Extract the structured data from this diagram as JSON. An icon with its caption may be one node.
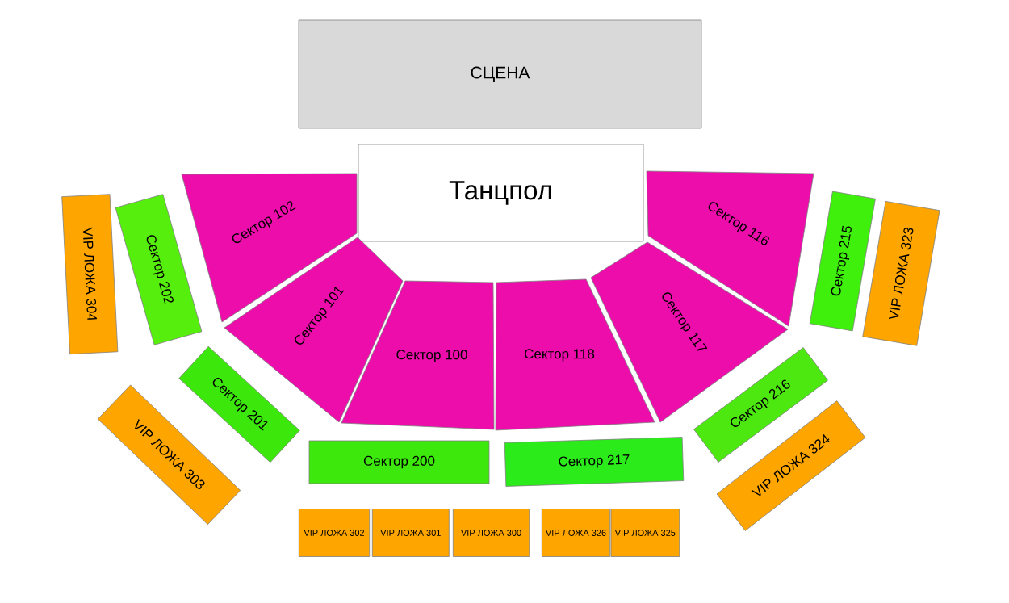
{
  "diagram": {
    "nodes": [
      {
        "text": [
          "СЦЕНА"
        ]
      },
      {
        "text": [
          "Танцпол"
        ]
      },
      {
        "text": [
          "Сектор 102"
        ]
      },
      {
        "text": [
          "Сектор 116"
        ]
      },
      {
        "text": [
          "VIP ЛОЖА 304"
        ]
      },
      {
        "text": [
          "Сектор 202"
        ]
      },
      {
        "text": [
          "Сектор 215"
        ]
      },
      {
        "text": [
          "VIP ЛОЖА 323"
        ]
      },
      {
        "text": [
          "Сектор 101"
        ]
      },
      {
        "text": [
          "Сектор 100"
        ]
      },
      {
        "text": [
          "Сектор 118"
        ]
      },
      {
        "text": [
          "Сектор 117"
        ]
      },
      {
        "text": [
          "Сектор 201"
        ]
      },
      {
        "text": [
          "Сектор 216"
        ]
      },
      {
        "text": [
          "Сектор 200"
        ]
      },
      {
        "text": [
          "Сектор 217"
        ]
      },
      {
        "text": [
          "VIP ЛОЖА 303"
        ]
      },
      {
        "text": [
          "VIP ЛОЖА 324"
        ]
      },
      {
        "text": [
          "VIP ЛОЖА 302"
        ]
      },
      {
        "text": [
          "VIP ЛОЖА 301"
        ]
      },
      {
        "text": [
          "VIP ЛОЖА 300"
        ]
      },
      {
        "text": [
          "VIP ЛОЖА 326"
        ]
      },
      {
        "text": [
          "VIP ЛОЖА 325"
        ]
      }
    ]
  }
}
